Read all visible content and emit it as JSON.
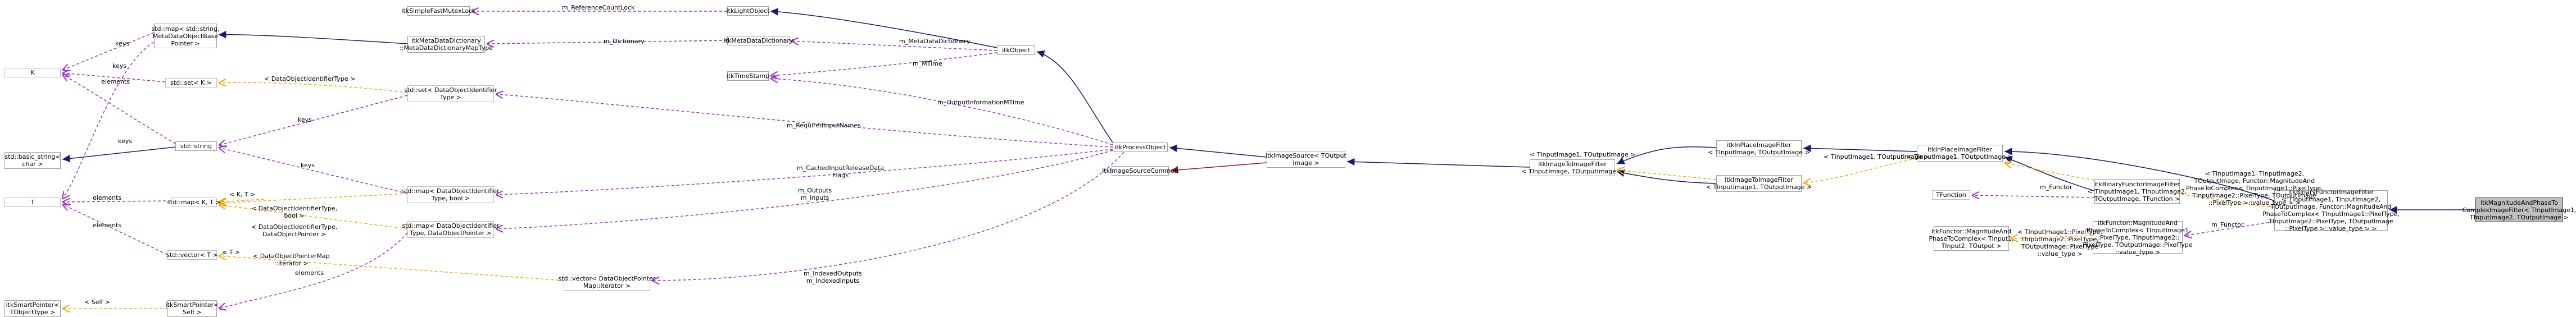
{
  "nodes": [
    {
      "id": "selected",
      "lines": [
        "itkMagnitudeAndPhaseTo",
        "ComplexImageFilter< TInputImage1,",
        "TInputImage2, TOutputImage >"
      ]
    },
    {
      "id": "binary_specialized",
      "lines": [
        "itkBinaryFunctorImageFilter",
        "< TInputImage1, TInputImage2,",
        "TOutputImage, Functor::MagnitudeAnd",
        "PhaseToComplex< TInputImage1::PixelType,",
        "TInputImage2::PixelType, TOutputImage",
        "::PixelType >::value_type > >"
      ]
    },
    {
      "id": "binary",
      "lines": [
        "itkBinaryFunctorImageFilter",
        "< TInputImage1, TInputImage2,",
        "TOutputImage, TFunction >"
      ]
    },
    {
      "id": "inplace_generic",
      "lines": [
        "itkInPlaceImageFilter",
        "< TInputImage1, TOutputImage >"
      ]
    },
    {
      "id": "tfunction",
      "lines": [
        "TFunction"
      ]
    },
    {
      "id": "functor_generic",
      "lines": [
        "itkFunctor::MagnitudeAnd",
        "PhaseToComplex< TInput1,",
        "TInput2, TOutput >"
      ]
    },
    {
      "id": "functor_specialized",
      "lines": [
        "itkFunctor::MagnitudeAnd",
        "PhaseToComplex< TInputImage1",
        "::PixelType, TInputImage2::",
        "PixelType, TOutputImage::PixelType",
        "::value_type >"
      ]
    },
    {
      "id": "inplace_tin",
      "lines": [
        "itkInPlaceImageFilter",
        "< TInputImage, TOutputImage >"
      ]
    },
    {
      "id": "i2i_spec",
      "lines": [
        "itkImageToImageFilter",
        "< TInputImage1, TOutputImage >"
      ]
    },
    {
      "id": "i2i_generic",
      "lines": [
        "itkImageToImageFilter",
        "< TInputImage, TOutputImage >"
      ]
    },
    {
      "id": "imagesource",
      "lines": [
        "itkImageSource< TOutput",
        "Image >"
      ]
    },
    {
      "id": "processobject",
      "lines": [
        "itkProcessObject"
      ]
    },
    {
      "id": "imagesourcecommon",
      "lines": [
        "itkImageSourceCommon"
      ]
    },
    {
      "id": "object",
      "lines": [
        "itkObject"
      ]
    },
    {
      "id": "lightobject",
      "lines": [
        "itkLightObject"
      ]
    },
    {
      "id": "simplefastmutexlock",
      "lines": [
        "itkSimpleFastMutexLock"
      ]
    },
    {
      "id": "metadatadictionary",
      "lines": [
        "itkMetaDataDictionary"
      ]
    },
    {
      "id": "timestamp",
      "lines": [
        "itkTimeStamp"
      ]
    },
    {
      "id": "map_metadataobj",
      "lines": [
        "std::map< std::string,",
        "MetaDataObjectBase",
        "Pointer >"
      ]
    },
    {
      "id": "metadatadict_maptype",
      "lines": [
        "itkMetaDataDictionary",
        "::MetaDataDictionaryMapType"
      ]
    },
    {
      "id": "K",
      "lines": [
        "K"
      ]
    },
    {
      "id": "set_k",
      "lines": [
        "std::set< K >"
      ]
    },
    {
      "id": "set_dataobj_id",
      "lines": [
        "std::set< DataObjectIdentifier",
        "Type >"
      ]
    },
    {
      "id": "basic_string",
      "lines": [
        "std::basic_string<",
        "char >"
      ]
    },
    {
      "id": "string",
      "lines": [
        "std::string"
      ]
    },
    {
      "id": "T",
      "lines": [
        "T"
      ]
    },
    {
      "id": "map_kt",
      "lines": [
        "std::map< K, T >"
      ]
    },
    {
      "id": "map_dataobj_bool",
      "lines": [
        "std::map< DataObjectIdentifier",
        "Type, bool >"
      ]
    },
    {
      "id": "map_dataobj_ptr",
      "lines": [
        "std::map< DataObjectIdentifier",
        "Type, DataObjectPointer >"
      ]
    },
    {
      "id": "vector_t",
      "lines": [
        "std::vector< T >"
      ]
    },
    {
      "id": "vector_dataobj_ptrmap",
      "lines": [
        "std::vector< DataObjectPointer",
        "Map::iterator >"
      ]
    },
    {
      "id": "smartpointer_tobject",
      "lines": [
        "itkSmartPointer<",
        "TObjectType >"
      ]
    },
    {
      "id": "smartpointer_self",
      "lines": [
        "itkSmartPointer<",
        "Self >"
      ]
    }
  ],
  "edge_labels": [
    {
      "id": "e_refcountlock",
      "lines": [
        "m_ReferenceCountLock"
      ]
    },
    {
      "id": "e_dictionary",
      "lines": [
        "m_Dictionary"
      ]
    },
    {
      "id": "e_metadatadict",
      "lines": [
        "m_MetaDataDictionary"
      ]
    },
    {
      "id": "e_mtime",
      "lines": [
        "m_MTime"
      ]
    },
    {
      "id": "e_outputinfo_mtime",
      "lines": [
        "m_OutputInformationMTime"
      ]
    },
    {
      "id": "e_required_inputnames",
      "lines": [
        "m_RequiredInputNames"
      ]
    },
    {
      "id": "e_cached_inputrelease",
      "lines": [
        "m_CachedInputReleaseData",
        "Flags"
      ]
    },
    {
      "id": "e_outputs_inputs",
      "lines": [
        "m_Outputs",
        "m_Inputs"
      ]
    },
    {
      "id": "e_indexed",
      "lines": [
        "m_IndexedOutputs",
        "m_IndexedInputs"
      ]
    },
    {
      "id": "e_tinput1_toutput_a",
      "lines": [
        "< TInputImage1, TOutputImage >"
      ]
    },
    {
      "id": "e_tinput1_toutput_b",
      "lines": [
        "< TInputImage1, TOutputImage >"
      ]
    },
    {
      "id": "e_functor",
      "lines": [
        "m_Functor"
      ]
    },
    {
      "id": "e_functor2",
      "lines": [
        "m_Functor"
      ]
    },
    {
      "id": "e_tmpl_binary",
      "lines": [
        "< TInputImage1, TInputImage2,",
        "TOutputImage, Functor::MagnitudeAnd",
        "PhaseToComplex< TInputImage1::PixelType,",
        "TInputImage2::PixelType, TOutputImage",
        "::PixelType >::value_type > >"
      ]
    },
    {
      "id": "e_tmpl_functor",
      "lines": [
        "< TInputImage1::PixelType,",
        "TInputImage2::PixelType,",
        "TOutputImage::PixelType",
        "::value_type >"
      ]
    },
    {
      "id": "e_keys_1",
      "lines": [
        "keys"
      ]
    },
    {
      "id": "e_keys_2",
      "lines": [
        "keys"
      ]
    },
    {
      "id": "e_elements_1",
      "lines": [
        "elements"
      ]
    },
    {
      "id": "e_keys_3",
      "lines": [
        "keys"
      ]
    },
    {
      "id": "e_keys_4",
      "lines": [
        "keys"
      ]
    },
    {
      "id": "e_keys_5",
      "lines": [
        "keys"
      ]
    },
    {
      "id": "e_elements_2",
      "lines": [
        "elements"
      ]
    },
    {
      "id": "e_elements_3",
      "lines": [
        "elements"
      ]
    },
    {
      "id": "e_elements_4",
      "lines": [
        "elements"
      ]
    },
    {
      "id": "e_dataobj_id_type",
      "lines": [
        "< DataObjectIdentifierType >"
      ]
    },
    {
      "id": "e_k_t",
      "lines": [
        "< K, T >"
      ]
    },
    {
      "id": "e_dataobj_id_bool",
      "lines": [
        "< DataObjectIdentifierType,",
        "bool >"
      ]
    },
    {
      "id": "e_dataobj_id_ptr",
      "lines": [
        "< DataObjectIdentifierType,",
        "DataObjectPointer >"
      ]
    },
    {
      "id": "e_t",
      "lines": [
        "< T >"
      ]
    },
    {
      "id": "e_dataobj_ptrmap_iter",
      "lines": [
        "< DataObjectPointerMap",
        "::iterator >"
      ]
    },
    {
      "id": "e_self",
      "lines": [
        "< Self >"
      ]
    }
  ],
  "colors": {
    "inheritance": "#191970",
    "private_inheritance": "#8b1a1a",
    "usage": "#9a32cd",
    "template": "#ffa500",
    "node_border": "#a0a0a0",
    "selected_fill": "#bfbfbf"
  }
}
